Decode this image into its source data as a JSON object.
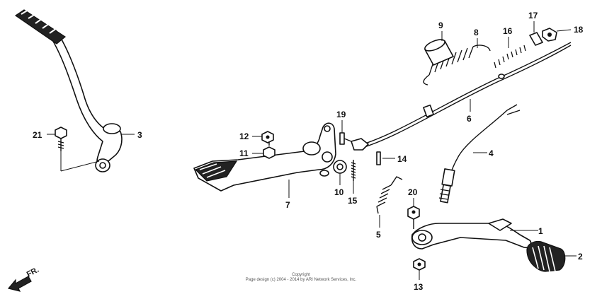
{
  "callouts": {
    "c1": "1",
    "c2": "2",
    "c3": "3",
    "c4": "4",
    "c5": "5",
    "c6": "6",
    "c7": "7",
    "c8": "8",
    "c9": "9",
    "c10": "10",
    "c11": "11",
    "c12": "12",
    "c13": "13",
    "c14": "14",
    "c15": "15",
    "c16": "16",
    "c17": "17",
    "c18": "18",
    "c19": "19",
    "c20": "20",
    "c21": "21"
  },
  "direction_label": "FR.",
  "copyright": {
    "line1": "Copyright",
    "line2": "Page design (c) 2004 - 2014 by ARI Network Services, Inc."
  }
}
